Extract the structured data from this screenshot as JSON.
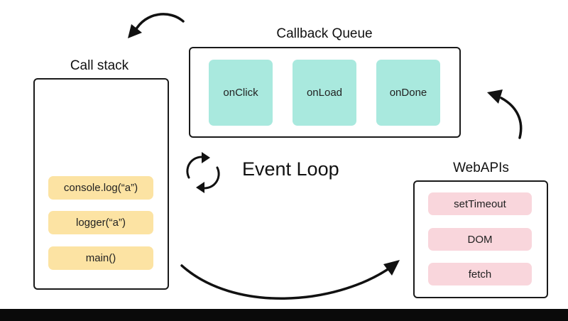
{
  "call_stack": {
    "title": "Call stack",
    "items": [
      "console.log(“a”)",
      "logger(“a”)",
      "main()"
    ]
  },
  "callback_queue": {
    "title": "Callback Queue",
    "items": [
      "onClick",
      "onLoad",
      "onDone"
    ]
  },
  "web_apis": {
    "title": "WebAPIs",
    "items": [
      "setTimeout",
      "DOM",
      "fetch"
    ]
  },
  "event_loop": {
    "label": "Event Loop"
  },
  "colors": {
    "stack_item": "#fce3a3",
    "queue_item": "#a9e9de",
    "api_item": "#f9d6dc",
    "border": "#1a1a1a"
  }
}
